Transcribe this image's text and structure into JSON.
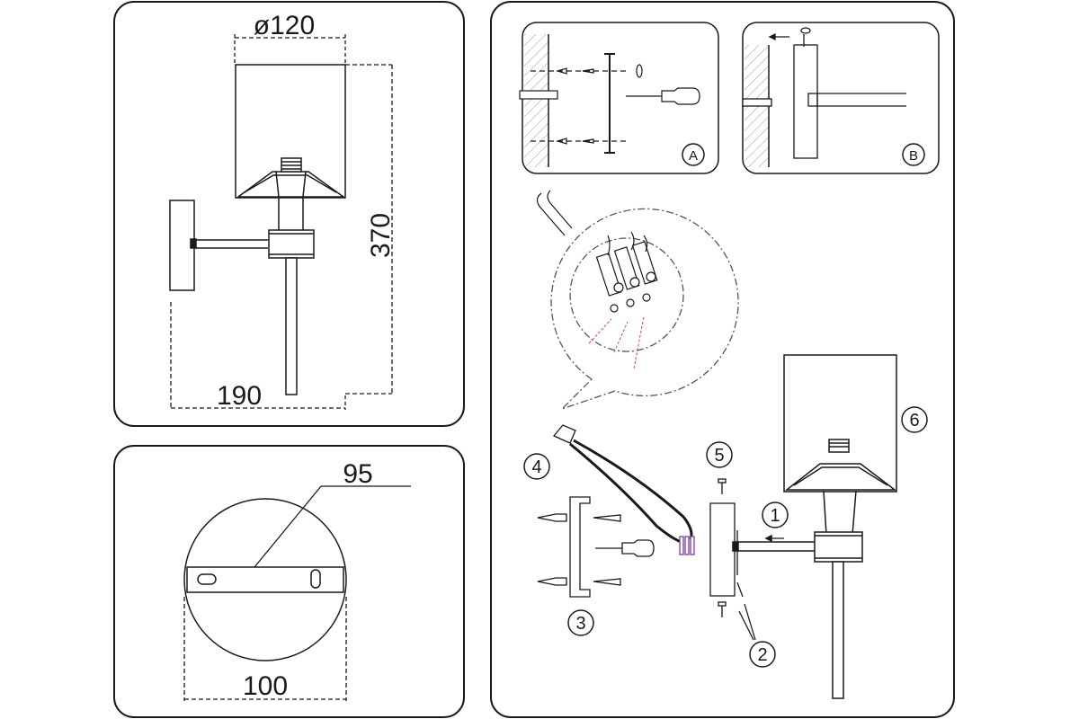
{
  "dimensions": {
    "shade_diameter": "ø120",
    "height": "370",
    "depth": "190",
    "bracket_length": "95",
    "base_diameter": "100"
  },
  "detail_labels": {
    "a": "A",
    "b": "B"
  },
  "steps": {
    "s1": "1",
    "s2": "2",
    "s3": "3",
    "s4": "4",
    "s5": "5",
    "s6": "6"
  },
  "colors": {
    "line": "#1a1a1a",
    "wire_marker": "#e0404a",
    "dash": "#555555"
  }
}
